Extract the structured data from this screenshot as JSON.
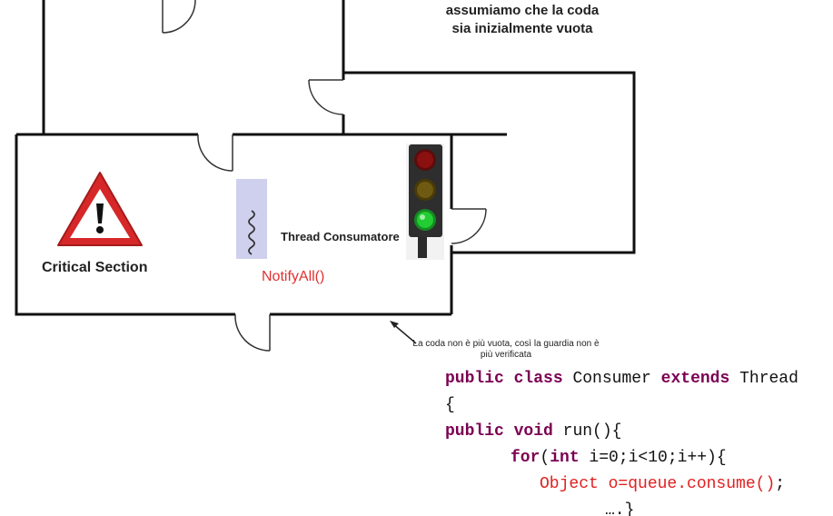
{
  "labels": {
    "queue_assumption": "assumiamo che la coda\nsia inizialmente vuota",
    "critical_section": "Critical Section",
    "thread_consumer": "Thread Consumatore",
    "notify_all": "NotifyAll()",
    "queue_not_empty": "La coda non è più vuota, così la guardia non è più verificata"
  },
  "code": {
    "l1_kw1": "public",
    "l1_kw2": "class",
    "l1_name": " Consumer ",
    "l1_kw3": "extends",
    "l1_base": " Thread",
    "l2": "{",
    "l3_kw1": "public",
    "l3_kw2": "void",
    "l3_rest": " run(){",
    "l4_kw": "for",
    "l4_paren": "(",
    "l4_kw2": "int",
    "l4_rest": " i=0;i<10;i++){",
    "l5_stmt": "Object o=queue.consume()",
    "l5_end": ";",
    "l6": "….}"
  },
  "colors": {
    "wall": "#111111",
    "keyword": "#7b0052",
    "highlight": "#e02020",
    "warning_red": "#d62828",
    "thread_panel": "#cfd0ee",
    "light_red": "#8b1010",
    "light_yellow": "#6e5a10",
    "light_green": "#22cc33"
  },
  "traffic_light_state": "green",
  "icons": [
    "warning-triangle-icon",
    "thread-squiggle-icon",
    "traffic-light-icon",
    "arrow-icon"
  ]
}
